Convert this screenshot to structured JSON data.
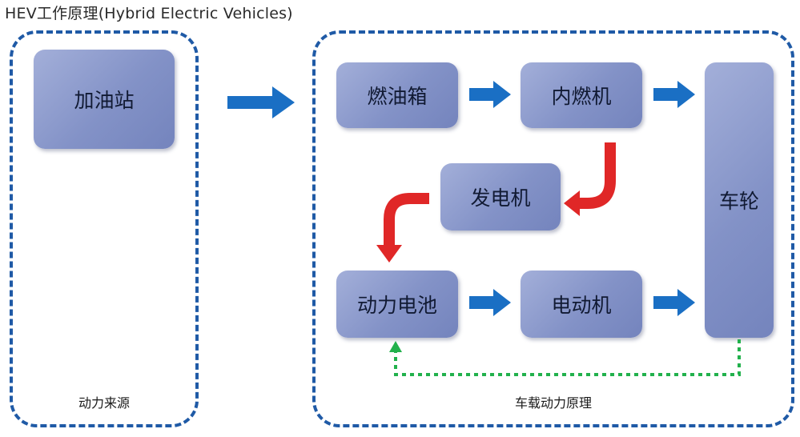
{
  "title": "HEV工作原理(Hybrid Electric Vehicles)",
  "source_group": {
    "label": "动力来源",
    "station": "加油站"
  },
  "vehicle_group": {
    "label": "车载动力原理",
    "nodes": {
      "fuel_tank": "燃油箱",
      "engine": "内燃机",
      "generator": "发电机",
      "battery": "动力电池",
      "motor": "电动机",
      "wheels": "车轮"
    }
  },
  "colors": {
    "border": "#1f5aa6",
    "box": "#8392c7",
    "blue_arrow": "#1a6fc4",
    "red_arrow": "#e02727",
    "green_arrow": "#22b14c"
  }
}
